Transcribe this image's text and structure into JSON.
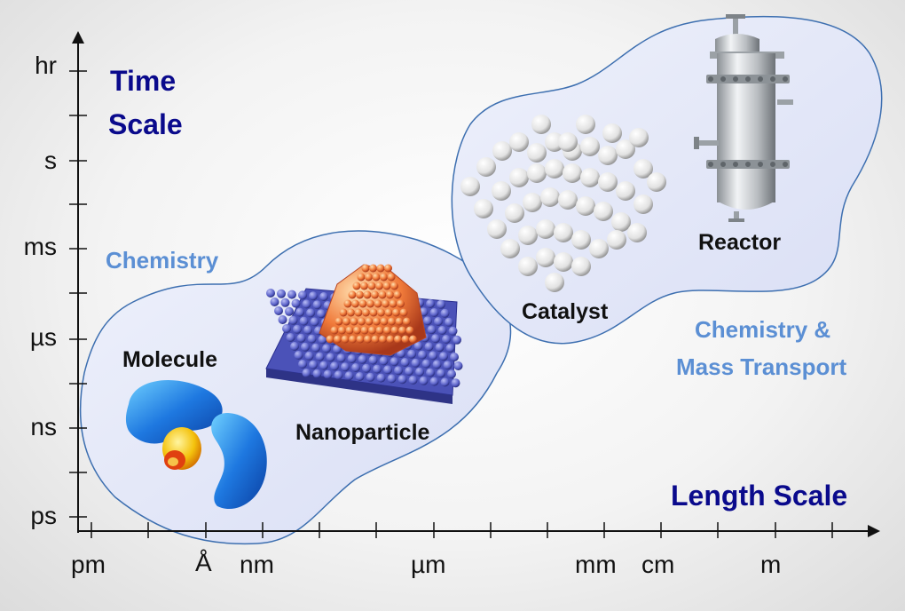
{
  "y_axis": {
    "title_line1": "Time",
    "title_line2": "Scale",
    "ticks": [
      "hr",
      "s",
      "ms",
      "µs",
      "ns",
      "ps"
    ]
  },
  "x_axis": {
    "title": "Length Scale",
    "ticks": [
      "pm",
      "Å",
      "nm",
      "µm",
      "mm",
      "cm",
      "m"
    ]
  },
  "regions": {
    "chemistry": "Chemistry",
    "chemistry_mass_transport_line1": "Chemistry &",
    "chemistry_mass_transport_line2": "Mass Transport"
  },
  "objects": {
    "molecule": "Molecule",
    "nanoparticle": "Nanoparticle",
    "catalyst": "Catalyst",
    "reactor": "Reactor"
  },
  "colors": {
    "title": "#0a0a8c",
    "region_label": "#5b8fd4",
    "blob_fill": "#e6eaf9",
    "blob_stroke": "#3d6fb0",
    "axis": "#111111"
  },
  "icons": [
    "molecule-orbital-icon",
    "nanoparticle-icon",
    "catalyst-pellets-icon",
    "reactor-vessel-icon"
  ]
}
